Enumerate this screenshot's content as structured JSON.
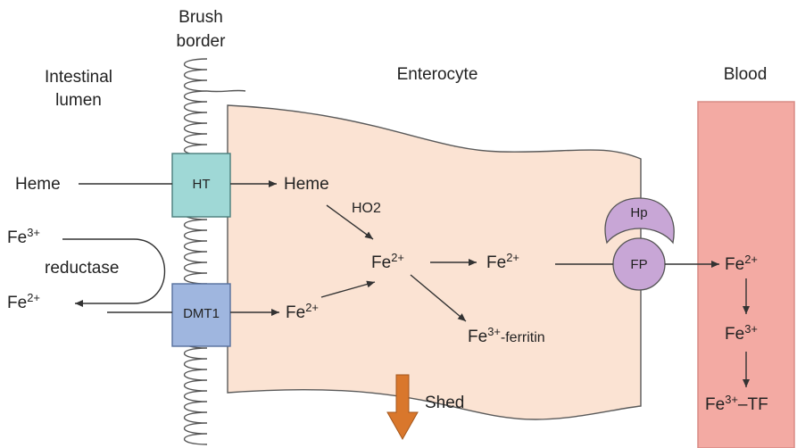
{
  "headers": {
    "lumen_line1": "Intestinal",
    "lumen_line2": "lumen",
    "brush_line1": "Brush",
    "brush_line2": "border",
    "enterocyte": "Enterocyte",
    "blood": "Blood"
  },
  "transporters": {
    "ht": "HT",
    "dmt1": "DMT1",
    "hp": "Hp",
    "fp": "FP"
  },
  "lumen": {
    "heme": "Heme",
    "fe3_base": "Fe",
    "fe3_charge": "3+",
    "reductase": "reductase",
    "fe2_base": "Fe",
    "fe2_charge": "2+"
  },
  "cell": {
    "heme": "Heme",
    "ho2": "HO2",
    "fe2_center_base": "Fe",
    "fe2_center_charge": "2+",
    "fe2_right_base": "Fe",
    "fe2_right_charge": "2+",
    "fe2_dmt_base": "Fe",
    "fe2_dmt_charge": "2+",
    "ferritin_base": "Fe",
    "ferritin_charge": "3+",
    "ferritin_suffix": "-ferritin",
    "shed": "Shed"
  },
  "blood": {
    "fe2_base": "Fe",
    "fe2_charge": "2+",
    "fe3_base": "Fe",
    "fe3_charge": "3+",
    "tf_base": "Fe",
    "tf_charge": "3+",
    "tf_suffix": "–TF"
  },
  "colors": {
    "cytoplasm": "#fbe3d3",
    "blood_vessel": "#f3aaa3",
    "ht_box": "#9fd8d6",
    "dmt1_box": "#9fb6df",
    "ferroportin": "#c8a6d6",
    "shed_arrow": "#d9772c",
    "line": "#333333"
  }
}
